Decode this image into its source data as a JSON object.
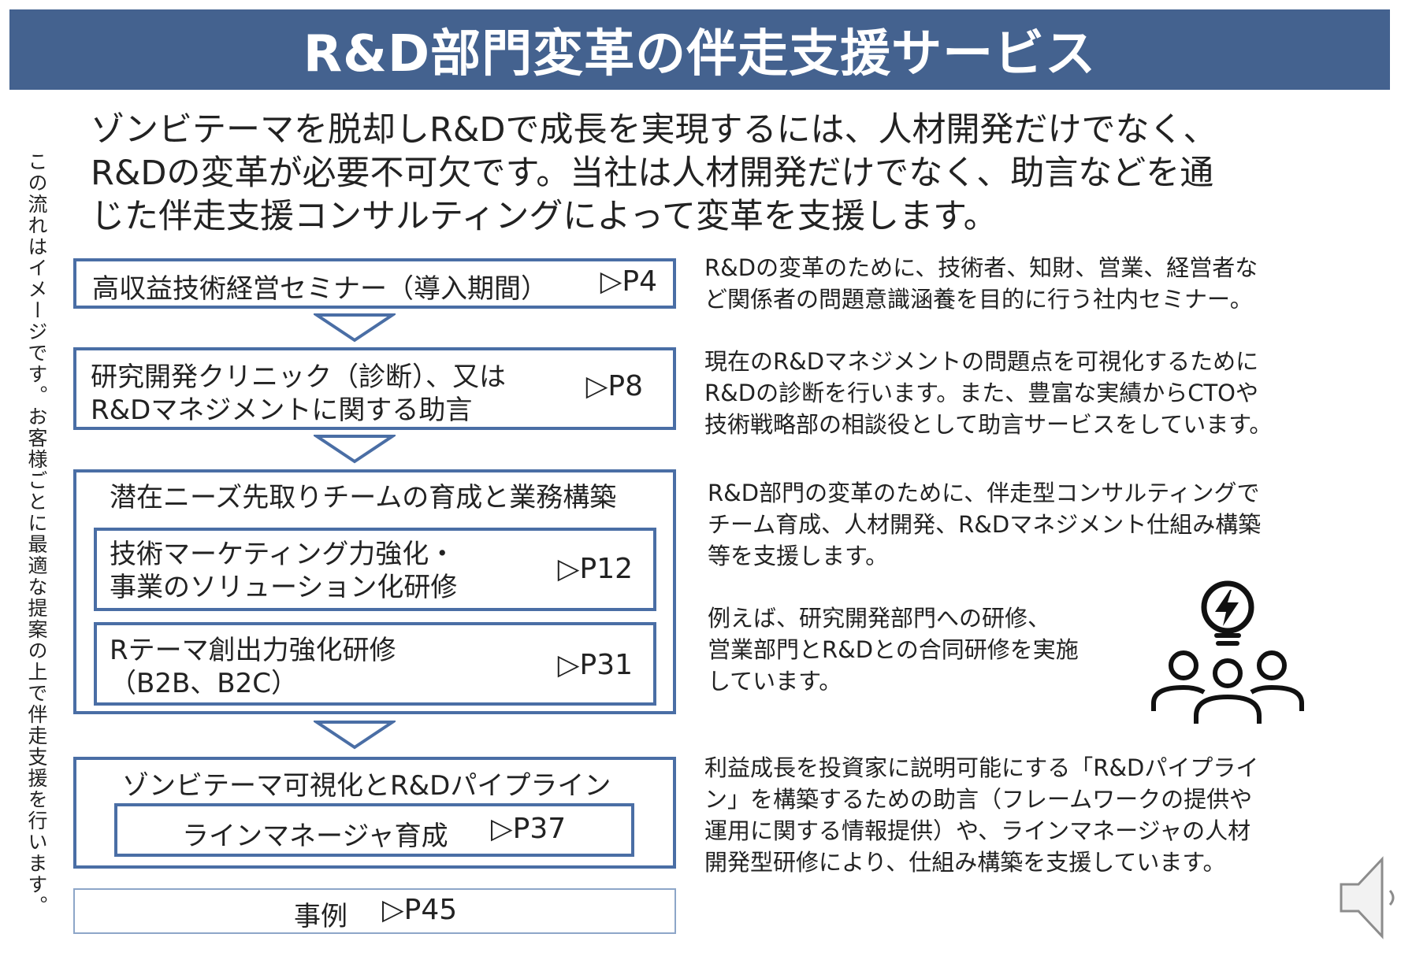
{
  "title": "R&D部門変革の伴走支援サービス",
  "vertical_note": "この流れはイメージです。お客様ごとに最適な提案の上で伴走支援を行います。",
  "intro_lines": [
    "ゾンビテーマを脱却しR&Dで成長を実現するには、人材開発だけでなく、",
    "R&Dの変革が必要不可欠です。当社は人材開発だけでなく、助言などを通",
    "じた伴走支援コンサルティングによって変革を支援します。"
  ],
  "steps": {
    "seminar": {
      "label": "高収益技術経営セミナー（導入期間）",
      "page": "▷P4"
    },
    "clinic": {
      "line1": "研究開発クリニック（診断）、又は",
      "line2": "R&Dマネジメントに関する助言",
      "page": "▷P8"
    },
    "team": {
      "header": "潜在ニーズ先取りチームの育成と業務構築",
      "marketing": {
        "line1": "技術マーケティング力強化・",
        "line2": "事業のソリューション化研修",
        "page": "▷P12"
      },
      "theme": {
        "line1": "Rテーマ創出力強化研修",
        "line2": "（B2B、B2C）",
        "page": "▷P31"
      }
    },
    "pipeline": {
      "header": "ゾンビテーマ可視化とR&Dパイプライン",
      "manager": {
        "label": "ラインマネージャ育成",
        "page": "▷P37"
      }
    },
    "cases": {
      "label": "事例",
      "page": "▷P45"
    }
  },
  "descriptions": {
    "seminar": [
      "R&Dの変革のために、技術者、知財、営業、経営者な",
      "ど関係者の問題意識涵養を目的に行う社内セミナー。"
    ],
    "clinic": [
      "現在のR&Dマネジメントの問題点を可視化するために",
      "R&Dの診断を行います。また、豊富な実績からCTOや",
      "技術戦略部の相談役として助言サービスをしています。"
    ],
    "team": [
      "R&D部門の変革のために、伴走型コンサルティングで",
      "チーム育成、人材開発、R&Dマネジメント仕組み構築",
      "等を支援します。"
    ],
    "team_example": [
      "例えば、研究開発部門への研修、",
      "営業部門とR&Dとの合同研修を実施",
      "しています。"
    ],
    "pipeline": [
      "利益成長を投資家に説明可能にする「R&Dパイプライ",
      "ン」を構築するための助言（フレームワークの提供や",
      "運用に関する情報提供）や、ラインマネージャの人材",
      "開発型研修により、仕組み構築を支援しています。"
    ]
  },
  "icons": {
    "team_icon": "lightbulb-team-icon",
    "speaker_icon": "speaker-icon",
    "arrow_icon": "down-triangle-arrow-icon"
  },
  "colors": {
    "title_bar": "#44628f",
    "box_border": "#4a6ea5"
  }
}
